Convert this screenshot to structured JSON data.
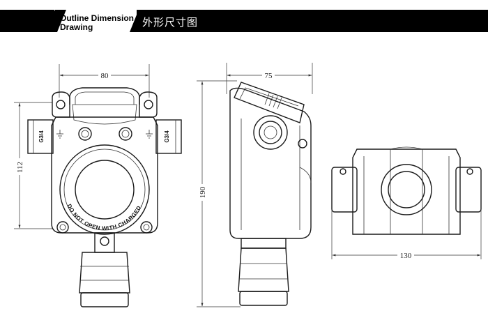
{
  "header": {
    "title_en_line1": "Outline Dimension",
    "title_en_line2": "Drawing",
    "title_zh": "外形尺寸图"
  },
  "front_view": {
    "width_dim": "80",
    "height_dim": "112",
    "port_label_left": "G3/4",
    "port_label_right": "G3/4",
    "cover_text": "DO NOT OPEN WITH CHARGED."
  },
  "side_view": {
    "width_dim": "75",
    "height_dim": "190"
  },
  "bottom_view": {
    "width_dim": "130"
  }
}
